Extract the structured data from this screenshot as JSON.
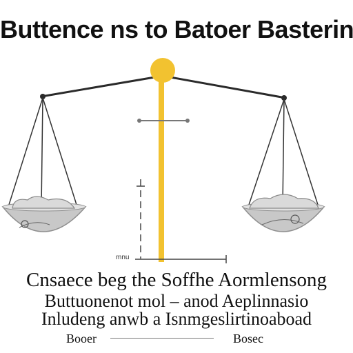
{
  "title": "Buttence ns to Batoer Basterin",
  "caption": {
    "line1": "Cnsaece beg the Soffhe Aormlensong",
    "line2": "Buttuonenot mol  –  anod Aeplinnasio",
    "line3": "Inludeng anwb  a Isnmgeslirtinoaboad",
    "footer_left": "Booer",
    "footer_right": "Bosec",
    "axis_tick": "mnu"
  },
  "colors": {
    "pole": "#f2c230",
    "knob": "#f2c230",
    "beam": "#2a2a2a",
    "pan": "#c8c8c8",
    "pan_shadow": "#a9a9a9",
    "text": "#111111"
  },
  "icons": {
    "left_pan_content": "sleeping-figure-icon",
    "right_pan_content": "sleeping-figure-icon"
  }
}
